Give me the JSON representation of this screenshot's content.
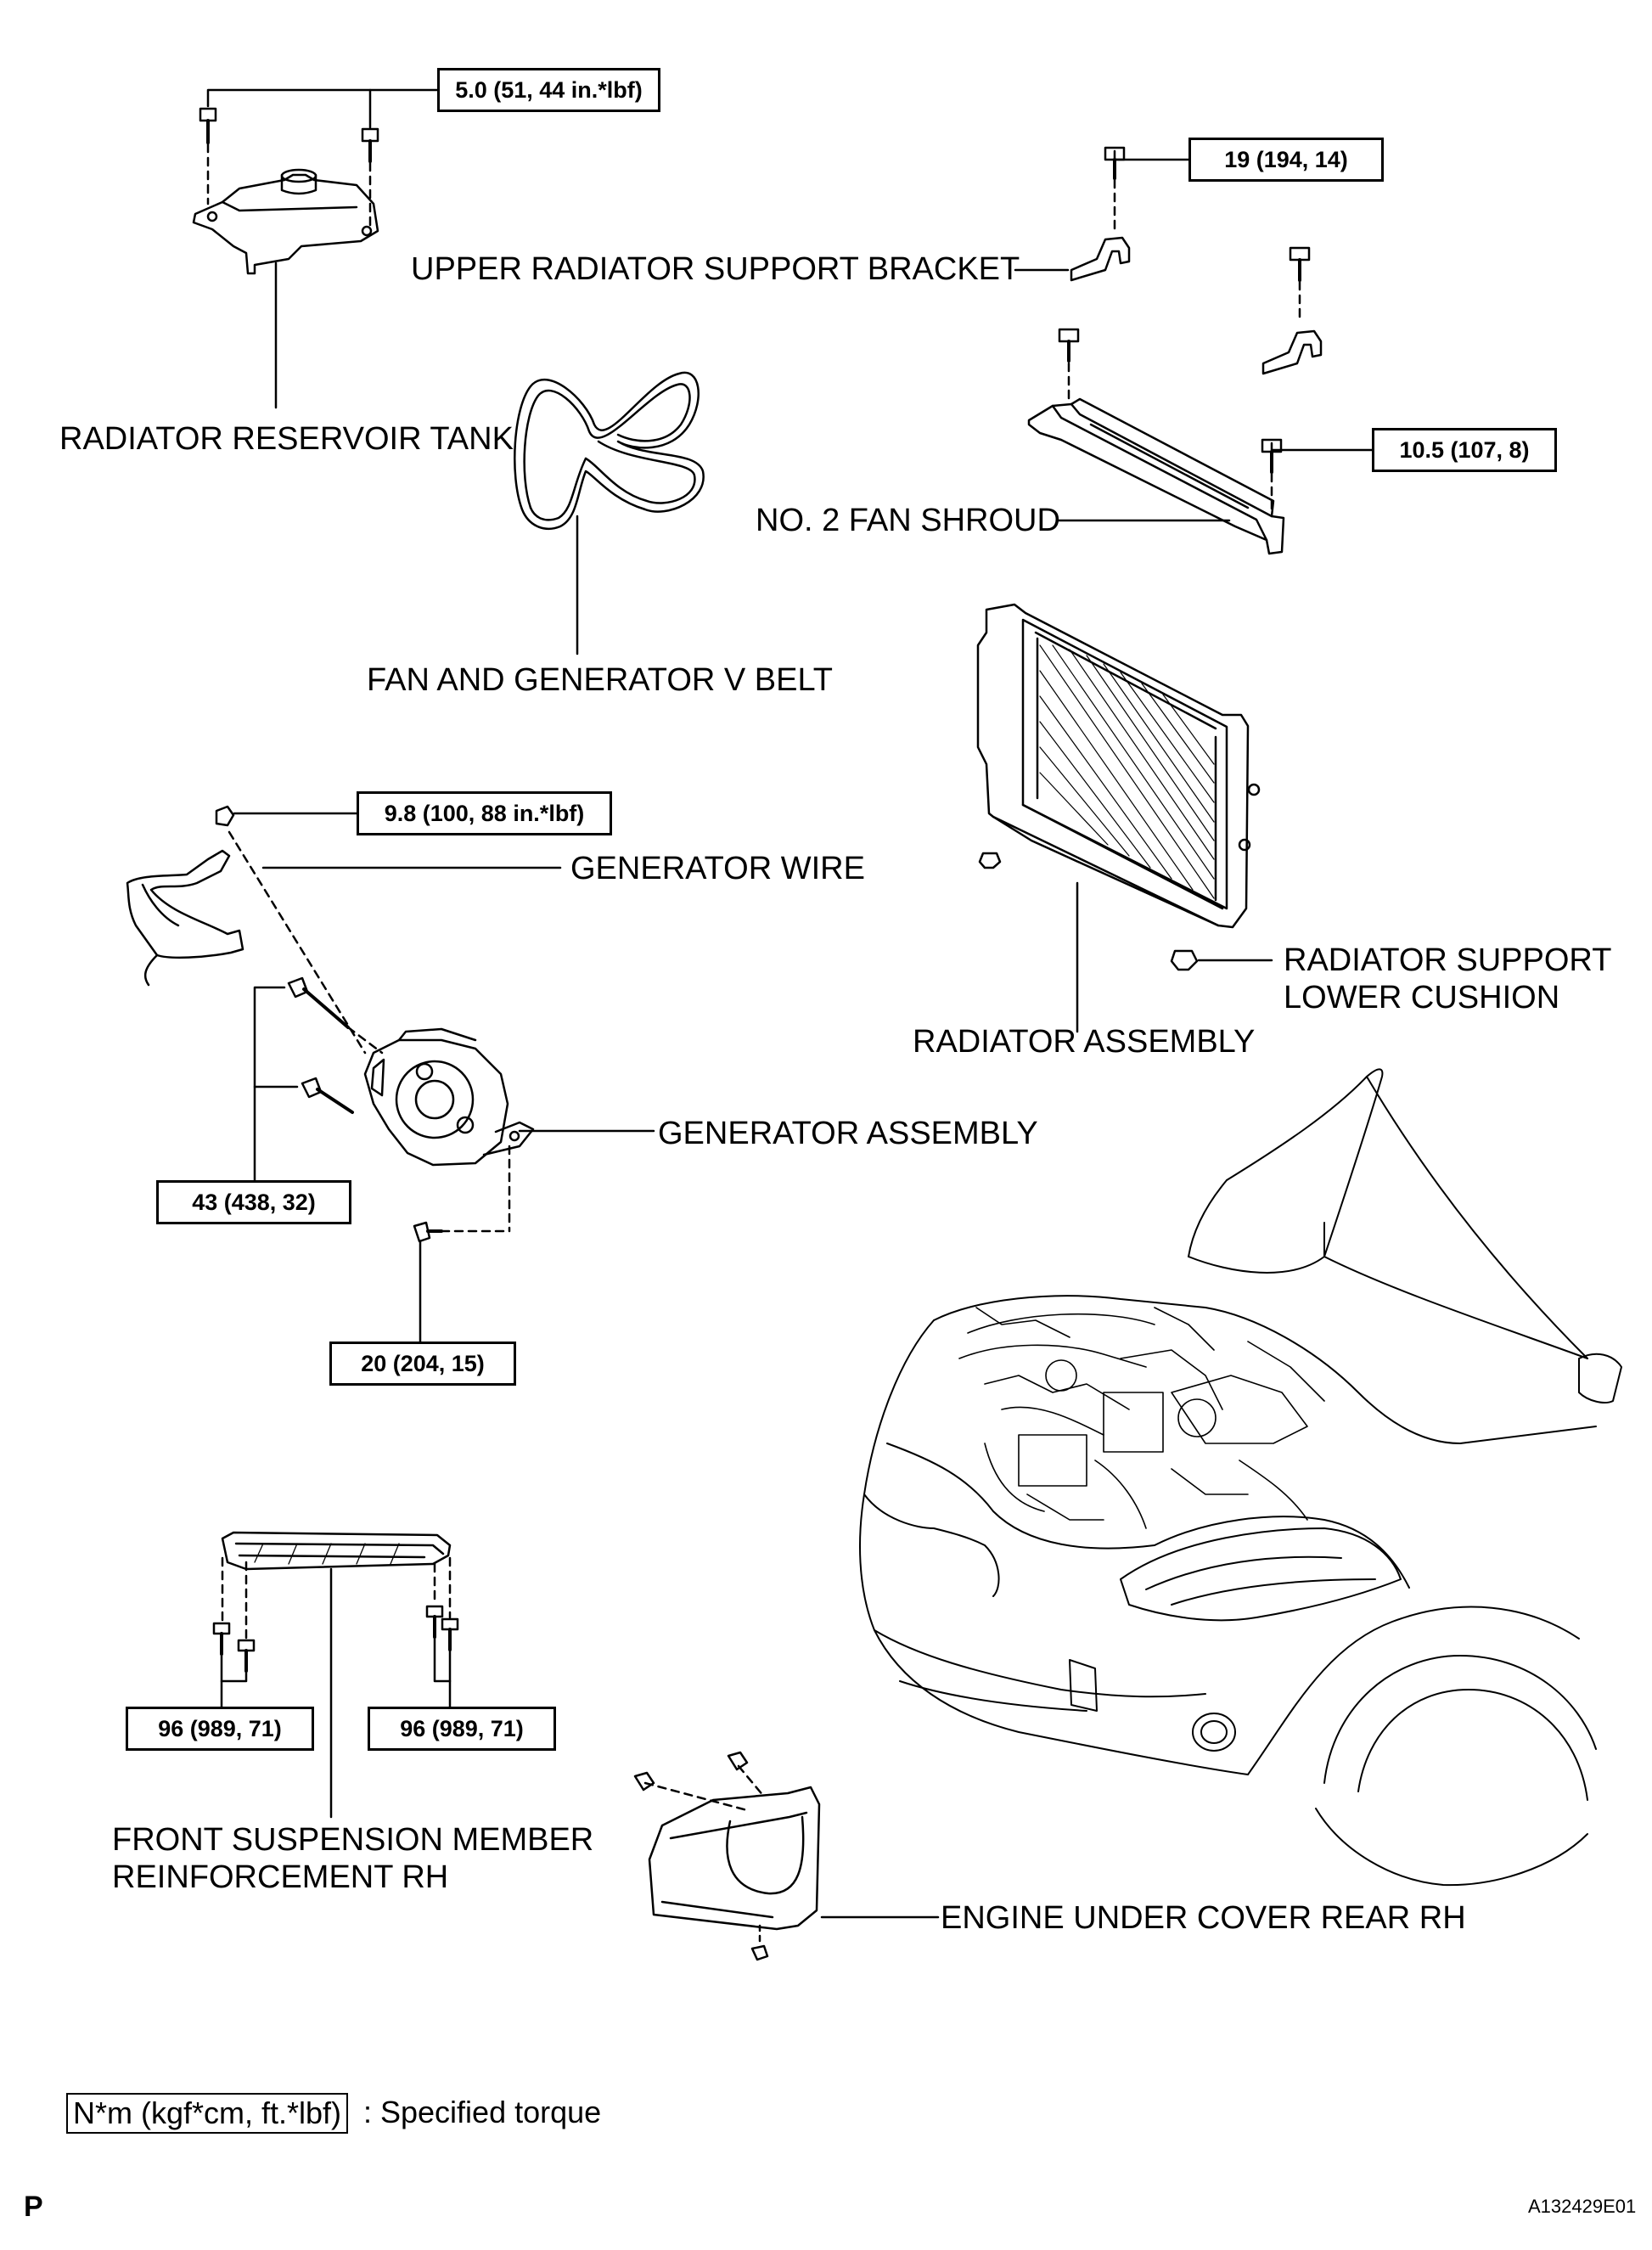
{
  "torques": {
    "reservoir": "5.0 (51, 44 in.*lbf)",
    "upper_bracket": "19 (194, 14)",
    "fan_shroud": "10.5 (107, 8)",
    "generator_wire": "9.8 (100, 88 in.*lbf)",
    "generator_bolts": "43 (438, 32)",
    "generator_lower": "20 (204, 15)",
    "suspension_left": "96 (989, 71)",
    "suspension_right": "96 (989, 71)"
  },
  "parts": {
    "upper_bracket": "UPPER RADIATOR SUPPORT BRACKET",
    "reservoir_tank": "RADIATOR RESERVOIR TANK",
    "fan_shroud": "NO. 2 FAN SHROUD",
    "v_belt": "FAN AND GENERATOR V BELT",
    "generator_wire": "GENERATOR WIRE",
    "lower_cushion_line1": "RADIATOR SUPPORT",
    "lower_cushion_line2": "LOWER CUSHION",
    "radiator_assembly": "RADIATOR ASSEMBLY",
    "generator_assembly": "GENERATOR ASSEMBLY",
    "suspension_line1": "FRONT SUSPENSION MEMBER",
    "suspension_line2": "REINFORCEMENT RH",
    "under_cover": "ENGINE UNDER COVER REAR RH"
  },
  "legend": {
    "unit_box": "N*m (kgf*cm, ft.*lbf)",
    "description": ": Specified torque"
  },
  "footer": {
    "page_mark": "P",
    "figure_id": "A132429E01"
  }
}
